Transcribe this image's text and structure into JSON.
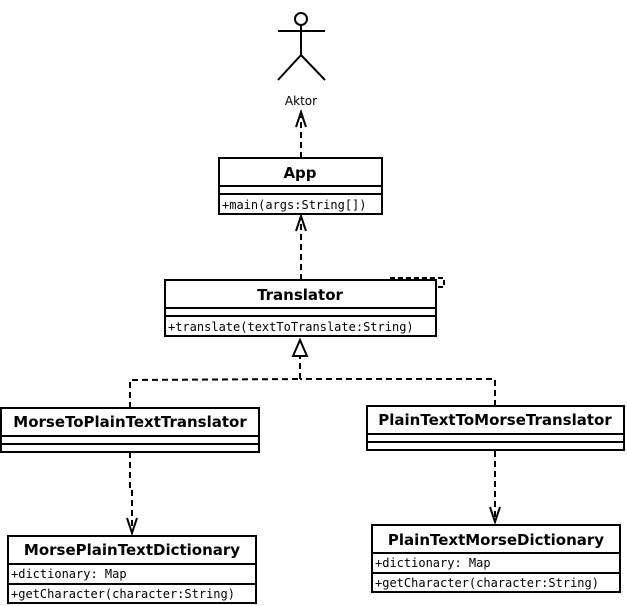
{
  "actor": {
    "label": "Aktor"
  },
  "classes": {
    "app": {
      "name": "App",
      "methods": [
        "+main(args:String[])"
      ]
    },
    "translator": {
      "name": "Translator",
      "methods": [
        "+translate(textToTranslate:String)"
      ]
    },
    "morse_to_plain": {
      "name": "MorseToPlainTextTranslator"
    },
    "plain_to_morse": {
      "name": "PlainTextToMorseTranslator"
    },
    "morse_plain_dictionary": {
      "name": "MorsePlainTextDictionary",
      "attributes": [
        "+dictionary: Map"
      ],
      "methods": [
        "+getCharacter(character:String)"
      ]
    },
    "plain_morse_dictionary": {
      "name": "PlainTextMorseDictionary",
      "attributes": [
        "+dictionary: Map"
      ],
      "methods": [
        "+getCharacter(character:String)"
      ]
    }
  }
}
